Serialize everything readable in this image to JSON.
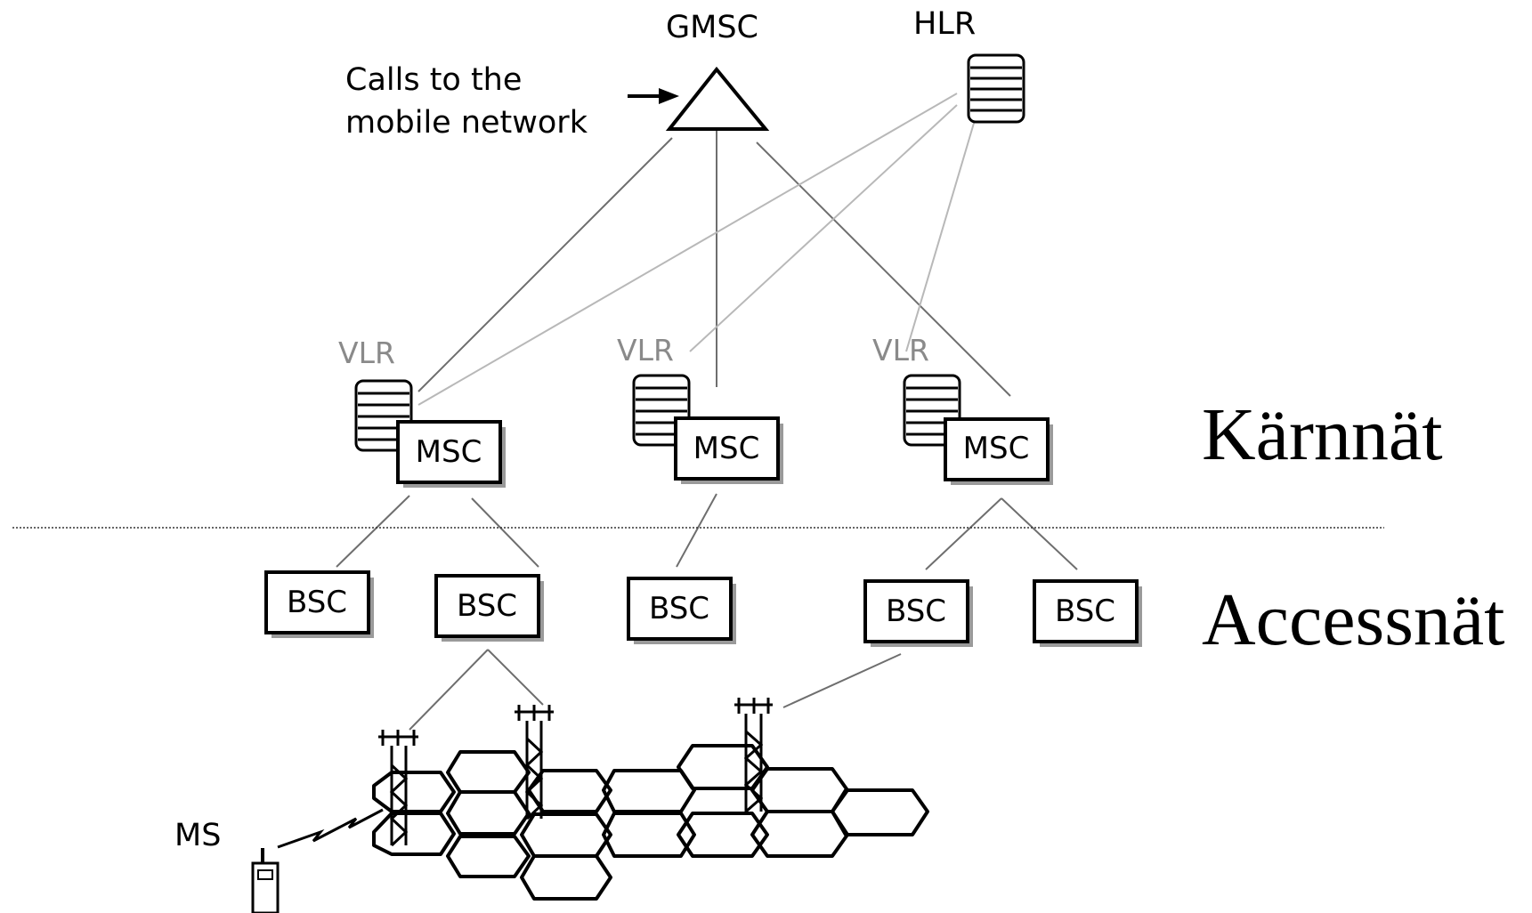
{
  "labels": {
    "gmsc": "GMSC",
    "hlr": "HLR",
    "calls_line1": "Calls to the",
    "calls_line2": "mobile network",
    "vlr": "VLR",
    "msc": "MSC",
    "bsc": "BSC",
    "ms": "MS",
    "core_network": "Kärnnät",
    "access_network": "Accessnät"
  },
  "msc_nodes": [
    "MSC",
    "MSC",
    "MSC"
  ],
  "vlr_nodes": [
    "VLR",
    "VLR",
    "VLR"
  ],
  "bsc_nodes": [
    "BSC",
    "BSC",
    "BSC",
    "BSC",
    "BSC"
  ],
  "colors": {
    "line": "#6e6e6e",
    "hlr_line": "#b8b8b8",
    "vlr_text": "#8a8a8a",
    "shadow": "#9a9a9a"
  }
}
